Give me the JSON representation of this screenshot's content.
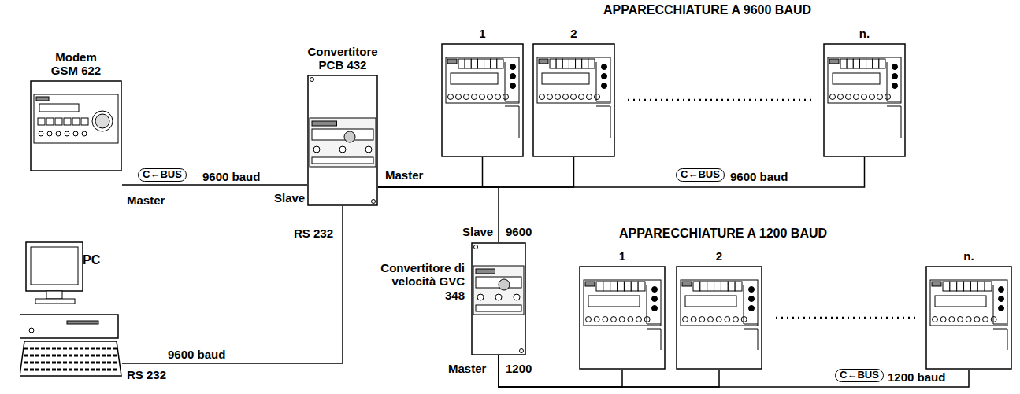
{
  "diagram": {
    "nodes": [
      {
        "text": [
          "Modem GSM 622"
        ]
      },
      {
        "text": [
          "Convertitore PCB 432"
        ]
      },
      {
        "text": [
          "PC"
        ]
      },
      {
        "text": [
          "Convertitore di velocità GVC 348"
        ]
      },
      {
        "text": [
          "1"
        ]
      },
      {
        "text": [
          "2"
        ]
      },
      {
        "text": [
          "n."
        ]
      },
      {
        "text": [
          "1"
        ]
      },
      {
        "text": [
          "2"
        ]
      },
      {
        "text": [
          "n."
        ]
      }
    ],
    "edges": [
      {
        "from": 0,
        "to": 1,
        "arrow": "none",
        "label": "9600 baud"
      },
      {
        "from": 2,
        "to": 1,
        "arrow": "none",
        "label": "9600 baud"
      },
      {
        "from": 1,
        "to": 4,
        "arrow": "none"
      },
      {
        "from": 1,
        "to": 5,
        "arrow": "none"
      },
      {
        "from": 1,
        "to": 6,
        "arrow": "none"
      },
      {
        "from": 1,
        "to": 3,
        "arrow": "none"
      },
      {
        "from": 3,
        "to": 7,
        "arrow": "none"
      },
      {
        "from": 3,
        "to": 8,
        "arrow": "none"
      },
      {
        "from": 3,
        "to": 9,
        "arrow": "none"
      }
    ],
    "labels": [
      "APPARECCHIATURE A 9600 BAUD",
      "APPARECCHIATURE A 1200 BAUD",
      "C←BUS",
      "Master",
      "Slave",
      "Master",
      "RS 232",
      "RS 232",
      "C←BUS",
      "9600 baud",
      "Slave",
      "9600",
      "Master",
      "1200",
      "C←BUS",
      "1200 baud"
    ]
  }
}
